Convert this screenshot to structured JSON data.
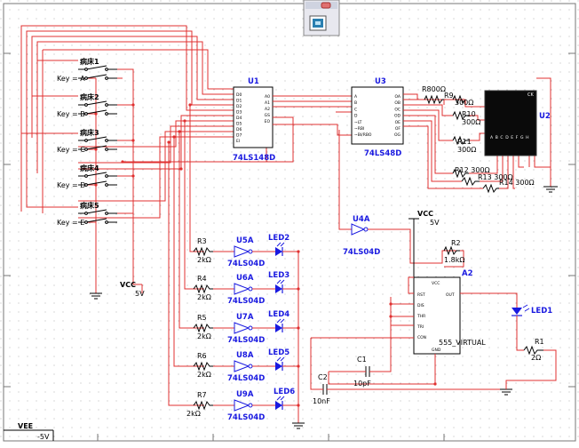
{
  "toolbar": {
    "icon": "window-icon"
  },
  "colors": {
    "wire": "#e03030",
    "component": "#1a1ae0",
    "display_bg": "#000000"
  },
  "switches": [
    {
      "name": "病床1",
      "key": "Key = A"
    },
    {
      "name": "病床2",
      "key": "Key = B"
    },
    {
      "name": "病床3",
      "key": "Key = C"
    },
    {
      "name": "病床4",
      "key": "Key = D"
    },
    {
      "name": "病床5",
      "key": "Key = E"
    }
  ],
  "u1": {
    "ref": "U1",
    "part": "74LS148D",
    "pins_left": [
      "D0",
      "D1",
      "D2",
      "D3",
      "D4",
      "D5",
      "D6",
      "D7",
      "EI"
    ],
    "pins_right": [
      "A0",
      "A1",
      "A2",
      "GS",
      "EO"
    ]
  },
  "u3": {
    "ref": "U3",
    "part": "74LS48D",
    "pins_left": [
      "A",
      "B",
      "C",
      "D",
      "~LT",
      "~RBI",
      "~BI/RBO"
    ],
    "pins_right": [
      "OA",
      "OB",
      "OC",
      "OD",
      "OE",
      "OF",
      "OG"
    ]
  },
  "u2": {
    "ref": "U2",
    "segments": "A B C D E F G H",
    "ck": "CK"
  },
  "resistors": {
    "r800": "R800Ω",
    "r9": "R9",
    "r9v": "300Ω",
    "r10": "R10",
    "r10v": "300Ω",
    "r11": "R11",
    "r11v": "300Ω",
    "r12": "R12 300Ω",
    "r13": "R13 300Ω",
    "r14": "R14 300Ω",
    "r2": "R2",
    "r2v": "1.8kΩ",
    "r1": "R1",
    "r1v": "2Ω",
    "r3": "R3",
    "r3v": "2kΩ",
    "r4": "R4",
    "r4v": "2kΩ",
    "r5": "R5",
    "r5v": "2kΩ",
    "r6": "R6",
    "r6v": "2kΩ",
    "r7": "R7",
    "r7v": "2kΩ"
  },
  "gates": [
    {
      "ref": "U5A",
      "part": "74LS04D",
      "led": "LED2"
    },
    {
      "ref": "U6A",
      "part": "74LS04D",
      "led": "LED3"
    },
    {
      "ref": "U7A",
      "part": "74LS04D",
      "led": "LED4"
    },
    {
      "ref": "U8A",
      "part": "74LS04D",
      "led": "LED5"
    },
    {
      "ref": "U9A",
      "part": "74LS04D",
      "led": "LED6"
    }
  ],
  "u4a": {
    "ref": "U4A",
    "part": "74LS04D"
  },
  "timer": {
    "ref": "A2",
    "part": "555_VIRTUAL",
    "pins_left": [
      "RST",
      "DIS",
      "THR",
      "TRI",
      "CON"
    ],
    "vcc": "VCC",
    "out": "OUT",
    "gnd": "GND"
  },
  "led1": "LED1",
  "caps": {
    "c1": "C1",
    "c1v": "10pF",
    "c2": "C2",
    "c2v": "10nF"
  },
  "supply": {
    "vcc1": "VCC",
    "vcc1v": "5V",
    "vcc2": "VCC",
    "vcc2v": "5V",
    "vee": "VEE",
    "veev": "-5V"
  }
}
